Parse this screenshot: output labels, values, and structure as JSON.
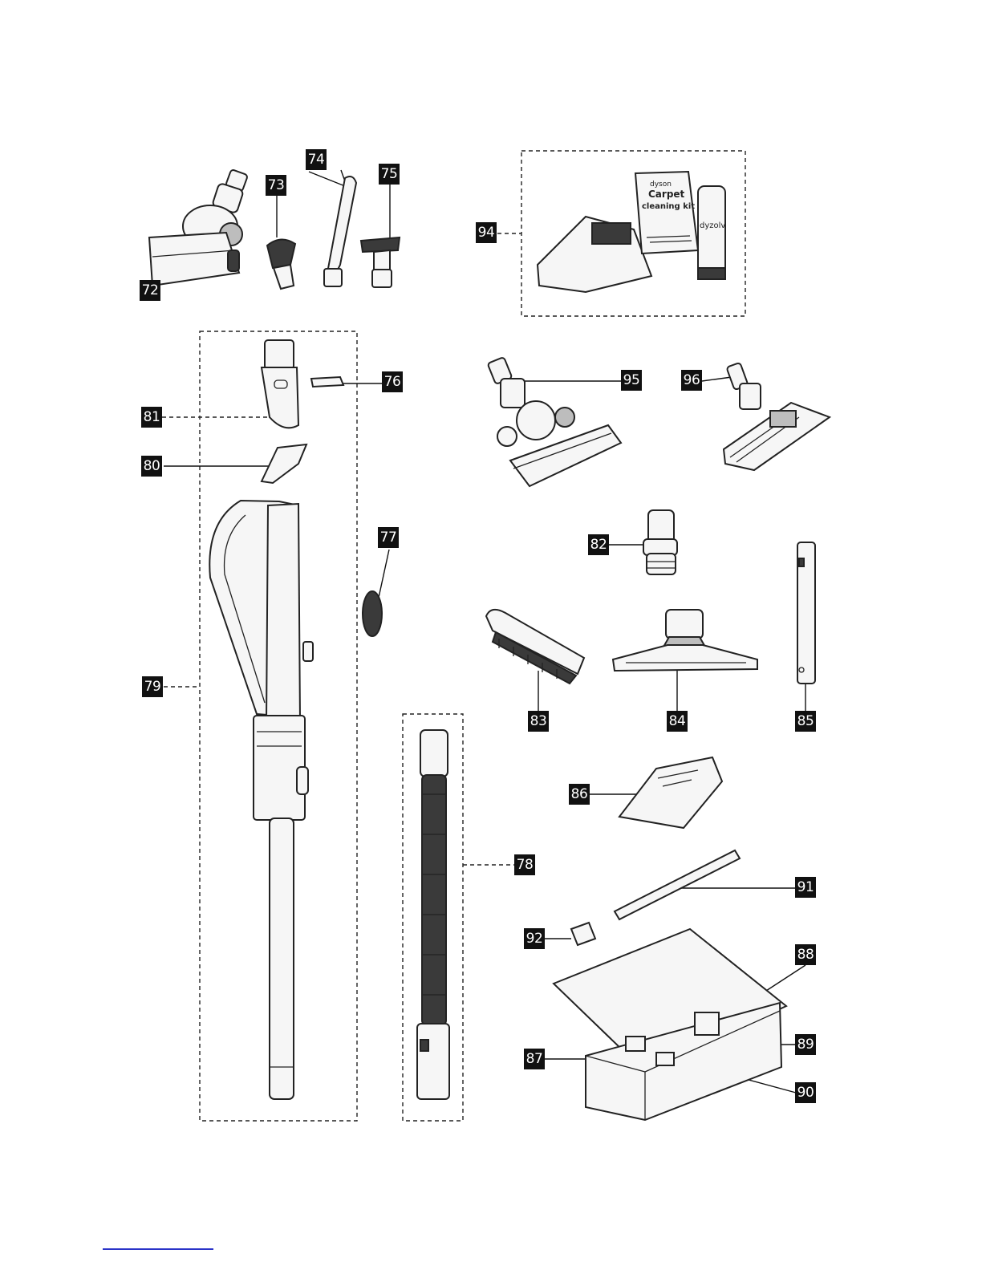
{
  "callouts": [
    "72",
    "73",
    "74",
    "75",
    "76",
    "77",
    "78",
    "79",
    "80",
    "81",
    "82",
    "83",
    "84",
    "85",
    "86",
    "87",
    "88",
    "89",
    "90",
    "91",
    "92",
    "94",
    "95",
    "96"
  ],
  "kit_box_text": {
    "brand": "dyson",
    "line1": "Carpet",
    "line2": "cleaning kit",
    "can_brand": "dyzolv"
  },
  "colors": {
    "ink": "#111111",
    "footer_link": "#2a33c8"
  }
}
